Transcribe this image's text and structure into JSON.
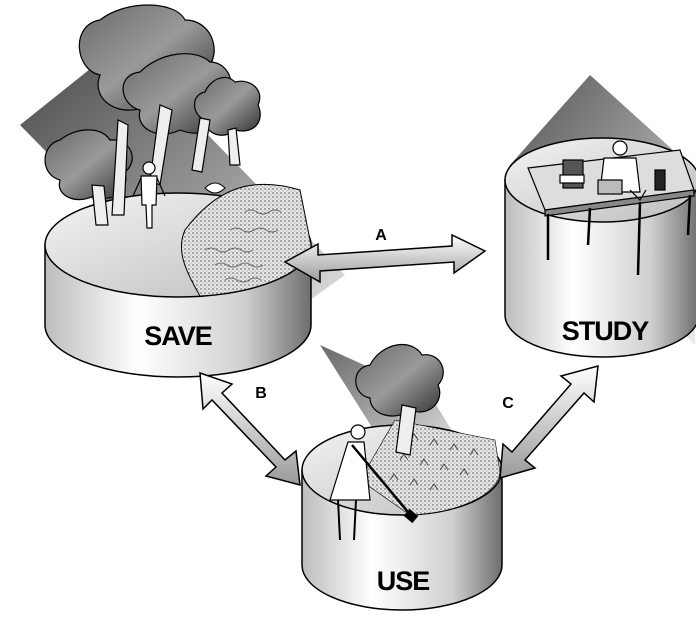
{
  "nodes": {
    "save": {
      "label": "SAVE"
    },
    "study": {
      "label": "STUDY"
    },
    "use": {
      "label": "USE"
    }
  },
  "connectors": {
    "a": {
      "label": "A"
    },
    "b": {
      "label": "B"
    },
    "c": {
      "label": "C"
    }
  },
  "colors": {
    "ink": "#000000",
    "shade_dark": "#555555",
    "shade_mid": "#999999",
    "shade_light": "#d9d9d9",
    "paper": "#ffffff"
  }
}
